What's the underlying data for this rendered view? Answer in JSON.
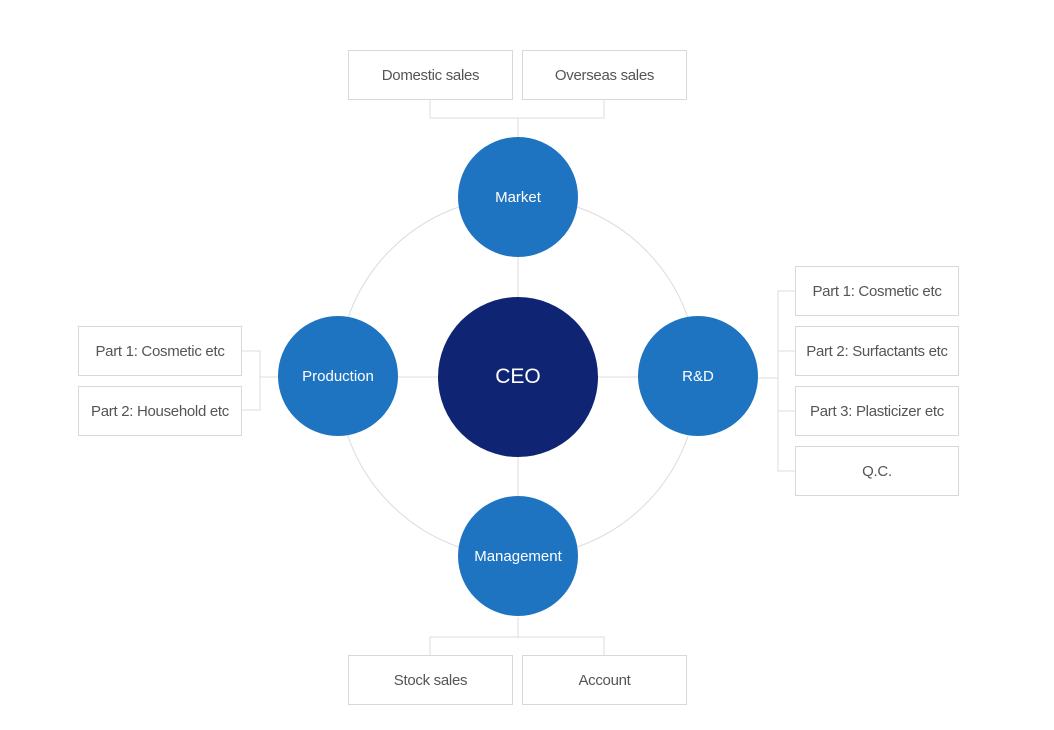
{
  "colors": {
    "ceo": "#0f2573",
    "department": "#1f74c1",
    "connector": "#dcdcdc",
    "box_border": "#d8d8d8",
    "box_text": "#555555"
  },
  "center": {
    "label": "CEO"
  },
  "departments": {
    "market": {
      "label": "Market",
      "units": [
        "Domestic sales",
        "Overseas sales"
      ]
    },
    "production": {
      "label": "Production",
      "units": [
        "Part 1: Cosmetic etc",
        "Part 2: Household etc"
      ]
    },
    "rnd": {
      "label": "R&D",
      "units": [
        "Part 1: Cosmetic etc",
        "Part 2: Surfactants etc",
        "Part 3: Plasticizer etc",
        "Q.C."
      ]
    },
    "management": {
      "label": "Management",
      "units": [
        "Stock sales",
        "Account"
      ]
    }
  }
}
